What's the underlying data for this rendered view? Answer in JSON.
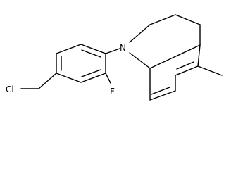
{
  "molecule": {
    "atom_labels": {
      "chloro": "Cl",
      "fluoro": "F",
      "nitrogen": "N"
    },
    "colors": {
      "bond": "#000000",
      "label": "#000000",
      "background": "#ffffff"
    }
  }
}
